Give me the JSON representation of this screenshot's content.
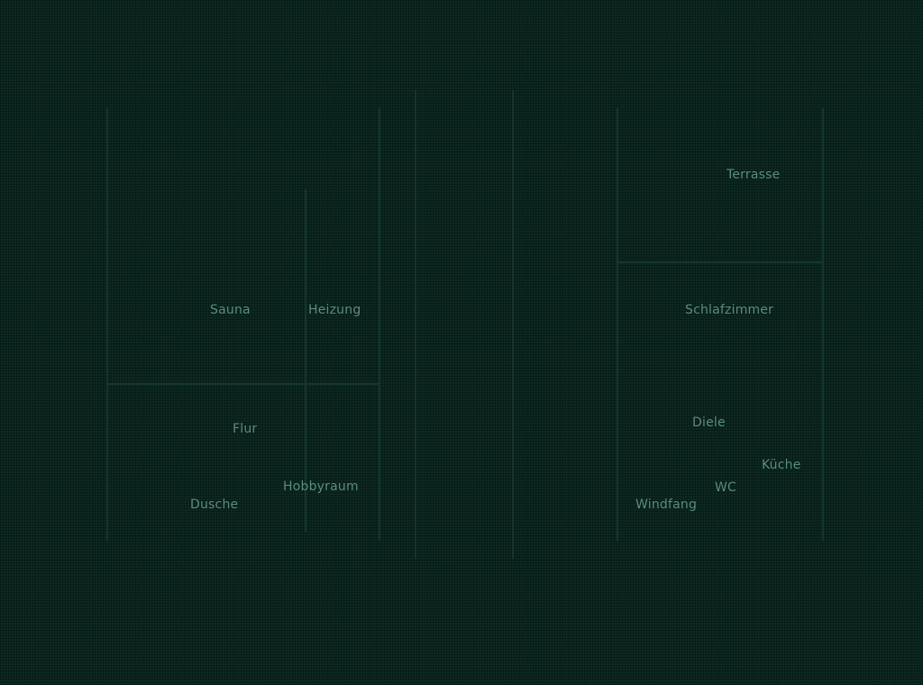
{
  "floorplan": {
    "rooms": {
      "terrasse": "Terrasse",
      "sauna": "Sauna",
      "heizung": "Heizung",
      "schlafzimmer": "Schlafzimmer",
      "flur": "Flur",
      "diele": "Diele",
      "kueche": "Küche",
      "hobbyraum": "Hobbyraum",
      "wc": "WC",
      "dusche": "Dusche",
      "windfang": "Windfang"
    },
    "colors": {
      "background": "#0d2a22",
      "label": "#5b8f86",
      "wall": "#163a30"
    }
  }
}
